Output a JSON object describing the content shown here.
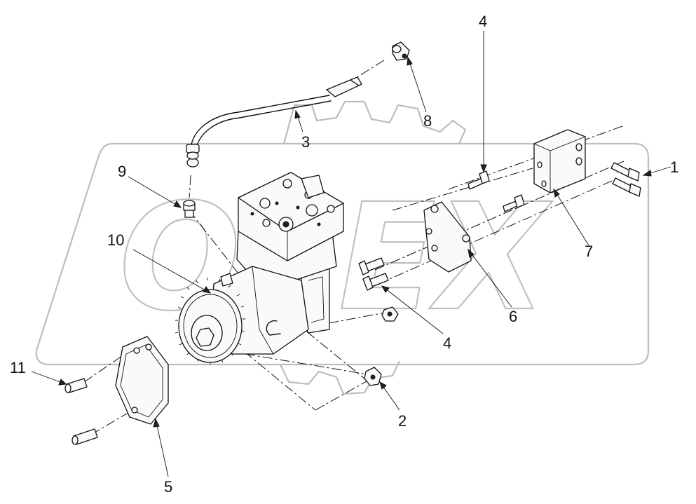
{
  "watermark": {
    "text": "OFEX"
  },
  "callouts": [
    {
      "id": "1",
      "label": "1"
    },
    {
      "id": "2",
      "label": "2"
    },
    {
      "id": "3",
      "label": "3"
    },
    {
      "id": "4a",
      "label": "4"
    },
    {
      "id": "4b",
      "label": "4"
    },
    {
      "id": "5",
      "label": "5"
    },
    {
      "id": "6",
      "label": "6"
    },
    {
      "id": "7",
      "label": "7"
    },
    {
      "id": "8",
      "label": "8"
    },
    {
      "id": "9",
      "label": "9"
    },
    {
      "id": "10",
      "label": "10"
    },
    {
      "id": "11",
      "label": "11"
    }
  ]
}
